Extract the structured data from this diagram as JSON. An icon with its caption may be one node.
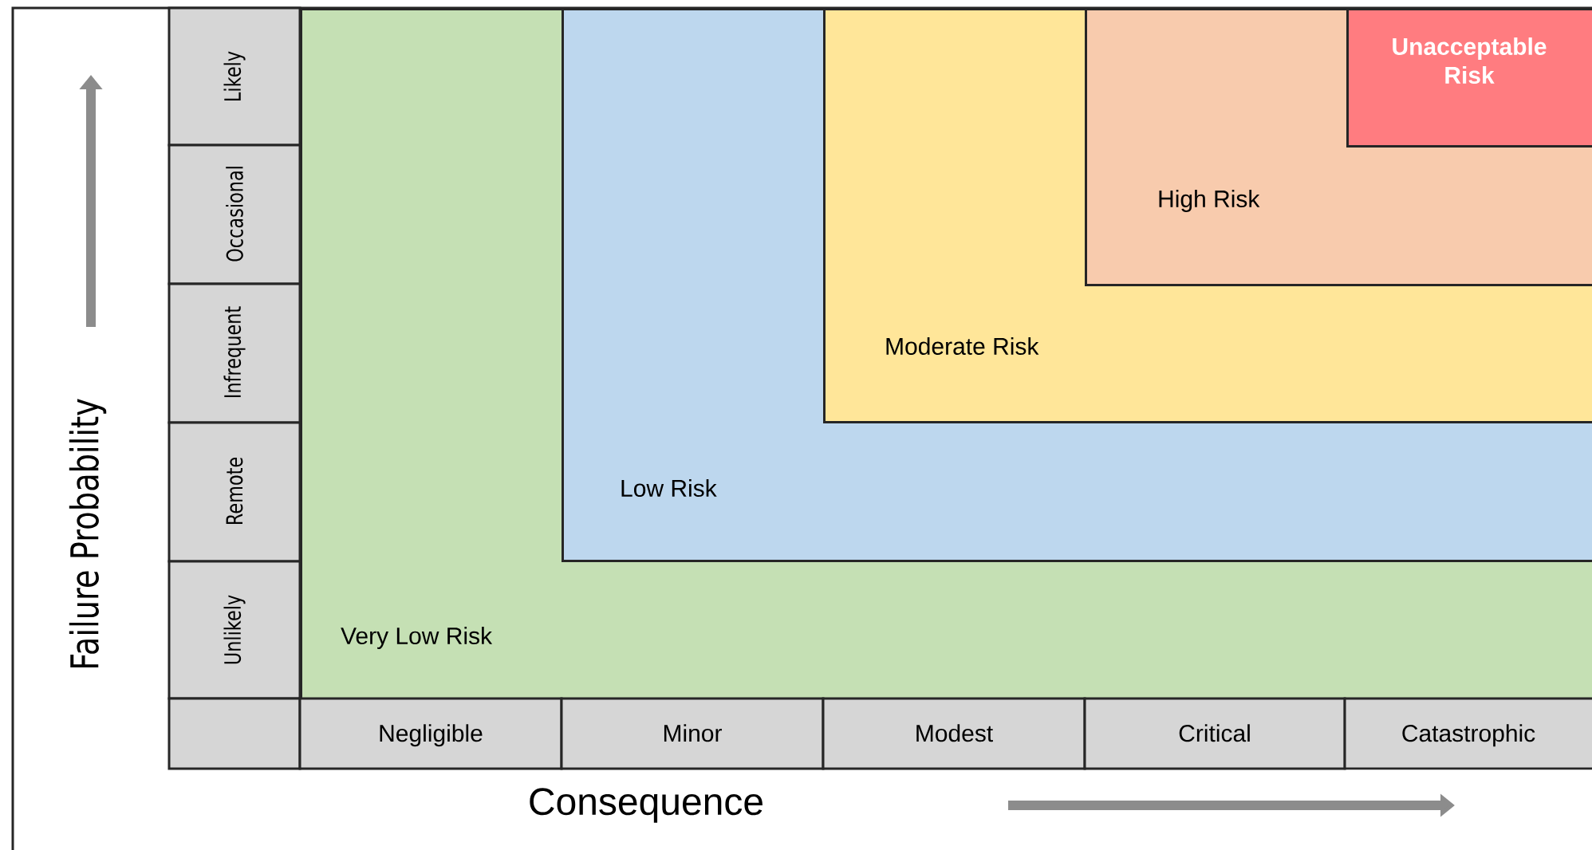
{
  "diagram": {
    "nodes": [
      {
        "text": [
          "Very Low Risk"
        ]
      },
      {
        "text": [
          "Low Risk"
        ],
        "in": 0
      },
      {
        "text": [
          "Moderate Risk"
        ],
        "in": 1
      },
      {
        "text": [
          "High Risk"
        ],
        "in": 2
      },
      {
        "text": [
          "Unacceptable Risk"
        ],
        "in": 3
      }
    ],
    "edges": [],
    "labels": [
      "Failure Probability",
      "Likely",
      "Occasional",
      "Infrequent",
      "Remote",
      "Unlikely",
      "Negligible",
      "Minor",
      "Modest",
      "Critical",
      "Catastrophic",
      "Consequence"
    ]
  }
}
